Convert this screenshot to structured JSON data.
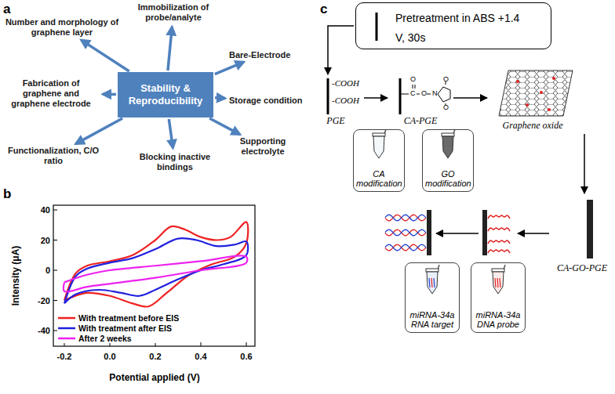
{
  "diagram": {
    "nodes": [
      {
        "text": [
          "Stability & Reproducibility"
        ]
      },
      {
        "text": [
          "Number and morphology of graphene layer"
        ]
      },
      {
        "text": [
          "Immobilization of probe/analyte"
        ]
      },
      {
        "text": [
          "Bare-Electrode"
        ]
      },
      {
        "text": [
          "Storage condition"
        ]
      },
      {
        "text": [
          "Supporting electrolyte"
        ]
      },
      {
        "text": [
          "Blocking inactive bindings"
        ]
      },
      {
        "text": [
          "Functionalization, C/O ratio"
        ]
      },
      {
        "text": [
          "Fabrication of graphene and graphene electrode"
        ]
      },
      {
        "text": [
          "Pretreatment in ABS +1.4 V, 30s"
        ]
      },
      {
        "text": [
          "PGE"
        ]
      },
      {
        "text": [
          "CA modification"
        ]
      },
      {
        "text": [
          "CA-PGE"
        ]
      },
      {
        "text": [
          "GO modification"
        ]
      },
      {
        "text": [
          "Graphene oxide"
        ]
      },
      {
        "text": [
          "CA-GO-PGE"
        ]
      },
      {
        "text": [
          "miRNA-34a DNA probe"
        ]
      },
      {
        "text": [
          "miRNA-34a RNA target"
        ]
      }
    ],
    "edges": [
      {
        "from": 0,
        "to": 1,
        "arrow": "to"
      },
      {
        "from": 0,
        "to": 2,
        "arrow": "to"
      },
      {
        "from": 0,
        "to": 3,
        "arrow": "to"
      },
      {
        "from": 0,
        "to": 4,
        "arrow": "to"
      },
      {
        "from": 0,
        "to": 5,
        "arrow": "to"
      },
      {
        "from": 0,
        "to": 6,
        "arrow": "to"
      },
      {
        "from": 0,
        "to": 7,
        "arrow": "to"
      },
      {
        "from": 0,
        "to": 8,
        "arrow": "to"
      },
      {
        "from": 9,
        "to": 10,
        "arrow": "to"
      },
      {
        "from": 10,
        "to": 12,
        "arrow": "to"
      },
      {
        "from": 12,
        "to": 14,
        "arrow": "to"
      },
      {
        "from": 14,
        "to": 15,
        "arrow": "to"
      }
    ],
    "labels": [
      "a",
      "b",
      "c",
      "40",
      "20",
      "0",
      "-20",
      "-40",
      "-0.2",
      "0.0",
      "0.2",
      "0.4",
      "0.6",
      "Intensity (μA)",
      "Potential applied (V)",
      "-COOH",
      "-COOH",
      "O",
      "C",
      "O",
      "N",
      "O",
      "O"
    ],
    "legend": [
      {
        "text": "With treatment before EIS"
      },
      {
        "text": "With treatment after EIS"
      },
      {
        "text": "After 2 weeks"
      }
    ]
  }
}
